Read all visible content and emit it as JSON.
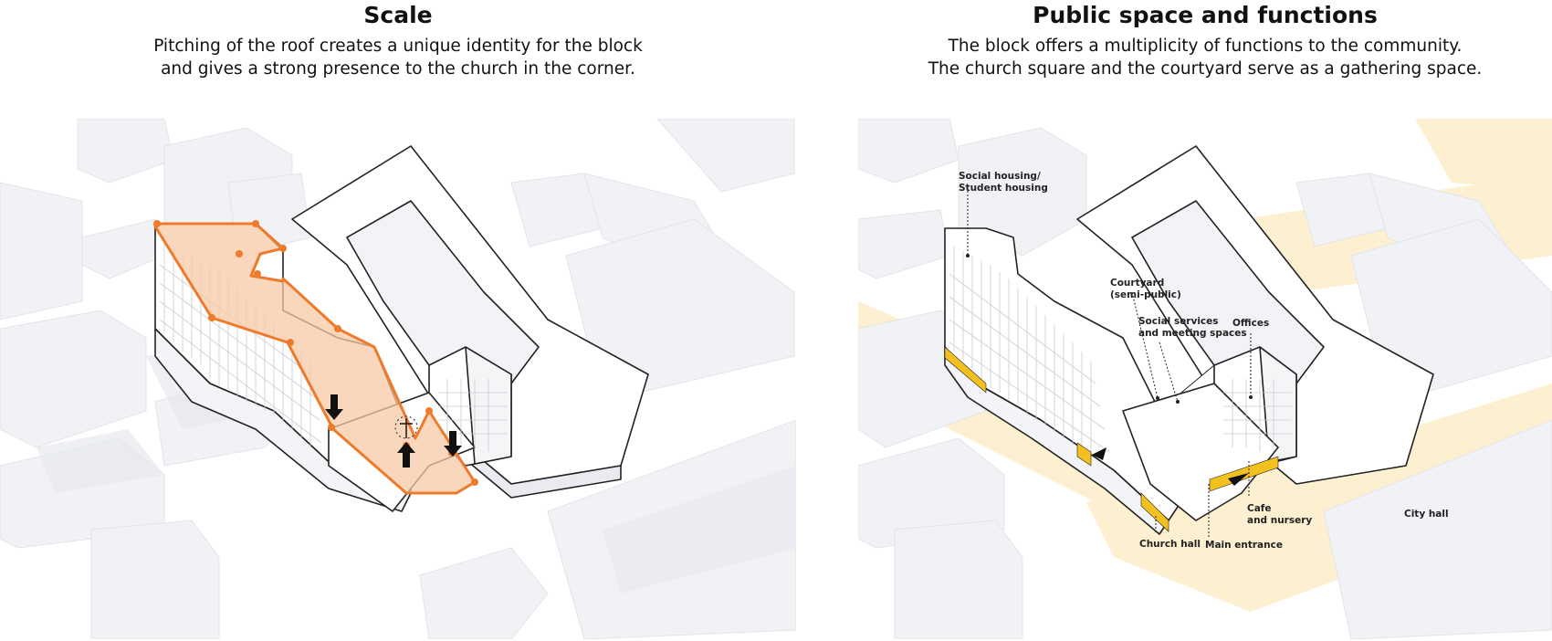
{
  "panels": [
    {
      "title": "Scale",
      "subtitle_lines": [
        "Pitching of the roof creates a unique identity for the block",
        "and gives a strong presence to the church in the corner."
      ]
    },
    {
      "title": "Public space and functions",
      "subtitle_lines": [
        "The block offers a multiplicity of functions to the community.",
        "The church square and the courtyard serve as a gathering space."
      ],
      "labels": {
        "housing_1": "Social housing/",
        "housing_2": "Student housing",
        "courtyard_1": "Courtyard",
        "courtyard_2": "(semi-public)",
        "social_1": "Social services",
        "social_2": "and meeting spaces",
        "offices": "Offices",
        "cafe_1": "Cafe",
        "cafe_2": "and nursery",
        "city_hall": "City hall",
        "church_hall": "Church hall",
        "main_entrance": "Main entrance"
      }
    }
  ],
  "colors": {
    "accent_orange": "#ee7a2c",
    "orange_fill": "#f7c9a5",
    "accent_yellow": "#f3c020",
    "public_space": "#fdf0d0",
    "building_shade": "#eef0f4"
  }
}
